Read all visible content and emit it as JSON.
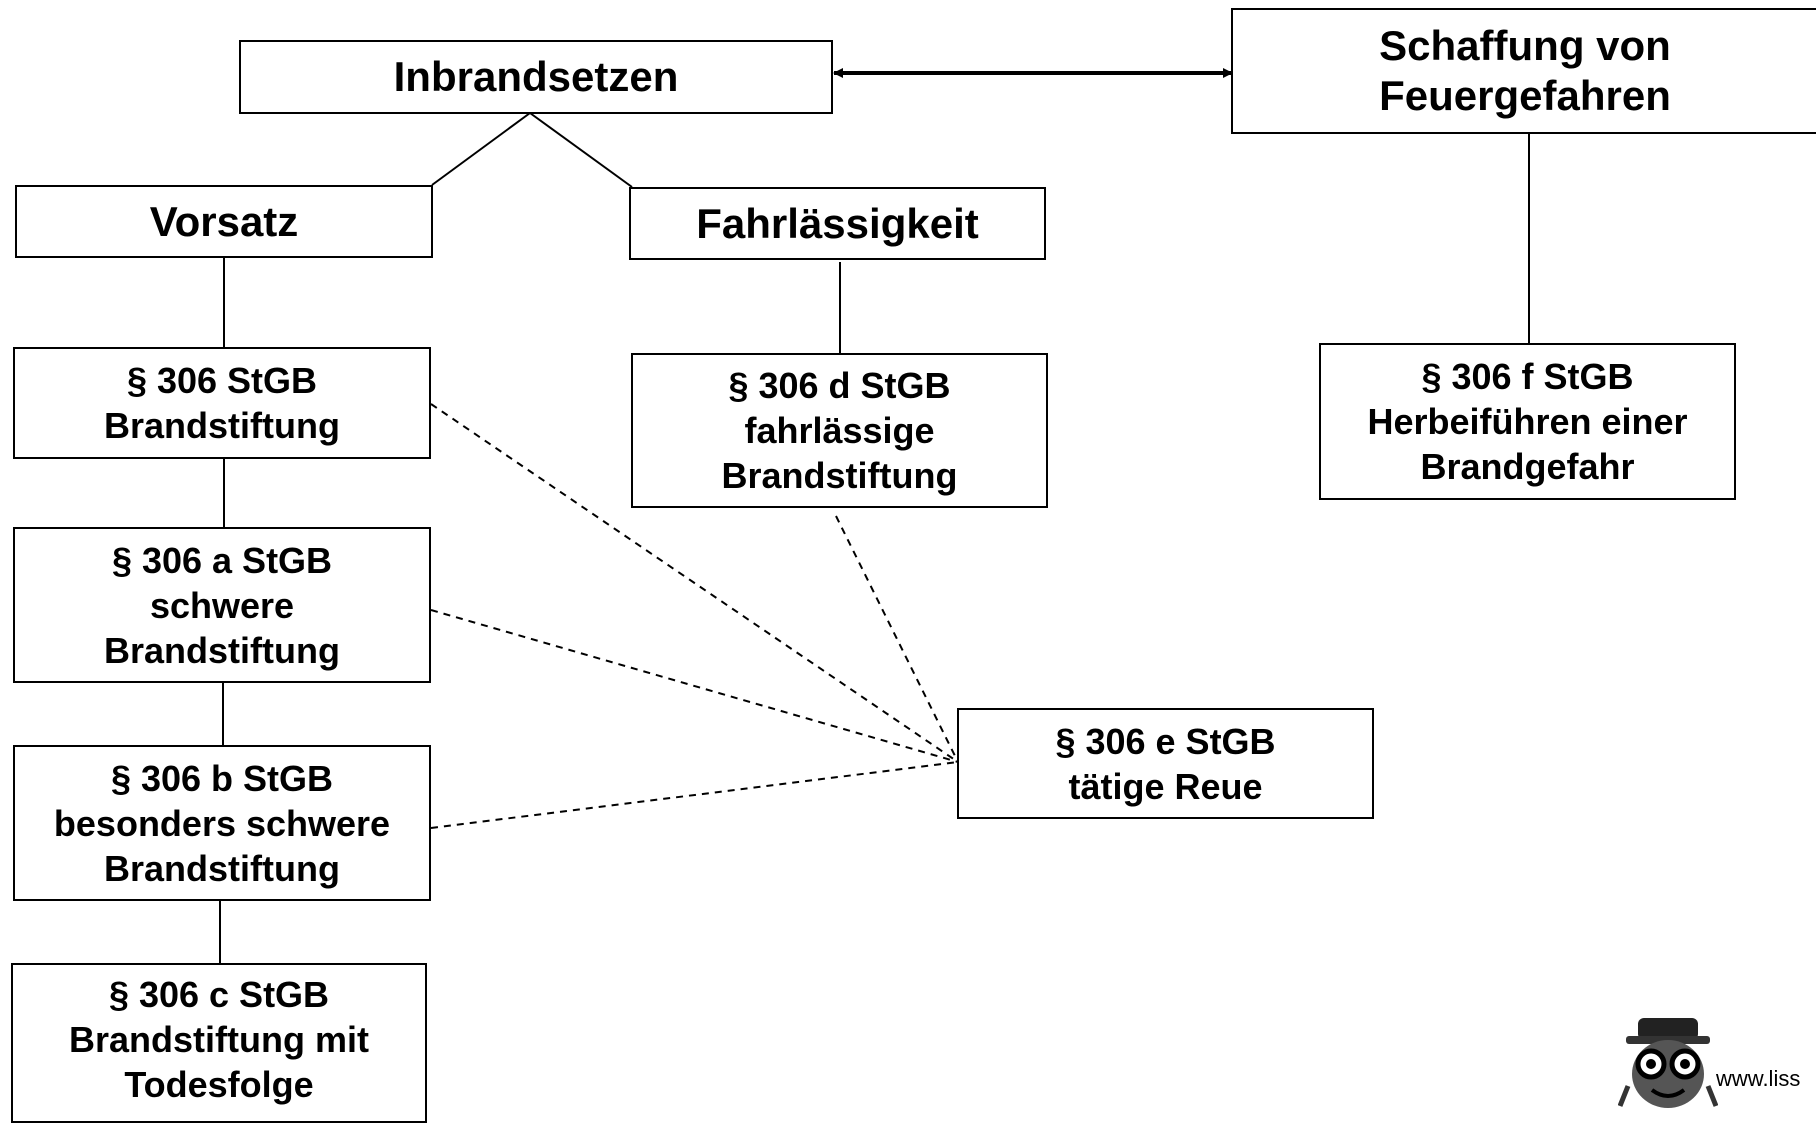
{
  "nodes": {
    "inbrandsetzen": {
      "lines": [
        "Inbrandsetzen"
      ]
    },
    "schaffung": {
      "lines": [
        "Schaffung von",
        "Feuergefahren"
      ]
    },
    "vorsatz": {
      "lines": [
        "Vorsatz"
      ]
    },
    "fahrlaessigkeit": {
      "lines": [
        "Fahrlässigkeit"
      ]
    },
    "p306": {
      "lines": [
        "§ 306 StGB",
        "Brandstiftung"
      ]
    },
    "p306a": {
      "lines": [
        "§ 306 a StGB",
        "schwere",
        "Brandstiftung"
      ]
    },
    "p306b": {
      "lines": [
        "§ 306 b StGB",
        "besonders schwere",
        "Brandstiftung"
      ]
    },
    "p306c": {
      "lines": [
        "§ 306 c StGB",
        "Brandstiftung mit",
        "Todesfolge"
      ]
    },
    "p306d": {
      "lines": [
        "§ 306 d StGB",
        "fahrlässige",
        "Brandstiftung"
      ]
    },
    "p306e": {
      "lines": [
        "§ 306 e StGB",
        "tätige Reue"
      ]
    },
    "p306f": {
      "lines": [
        "§ 306 f StGB",
        "Herbeiführen einer",
        "Brandgefahr"
      ]
    }
  },
  "watermark": "www.liss",
  "colors": {
    "line": "#000000",
    "box_fill": "#ffffff"
  },
  "icons": {
    "mascot": "goggles-mascot-icon"
  }
}
